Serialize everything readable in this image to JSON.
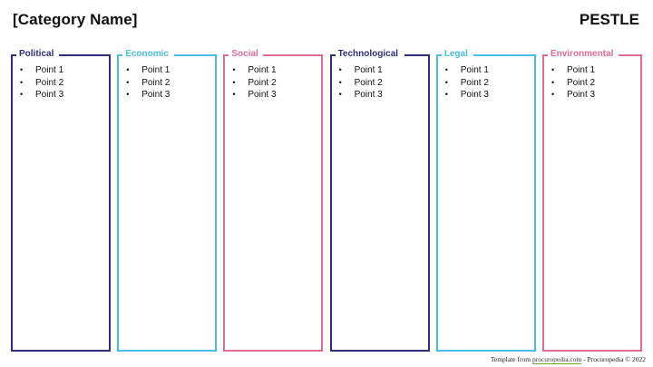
{
  "slide": {
    "title": "[Category Name]",
    "tag": "PESTLE"
  },
  "columns": [
    {
      "label": "Political",
      "color": "#2e2e7a",
      "points": [
        "Point 1",
        "Point 2",
        "Point 3"
      ]
    },
    {
      "label": "Economic",
      "color": "#4bbde0",
      "points": [
        "Point 1",
        "Point 2",
        "Point 3"
      ]
    },
    {
      "label": "Social",
      "color": "#e26b98",
      "points": [
        "Point 1",
        "Point 2",
        "Point 3"
      ]
    },
    {
      "label": "Technological",
      "color": "#2e2e7a",
      "points": [
        "Point 1",
        "Point 2",
        "Point 3"
      ]
    },
    {
      "label": "Legal",
      "color": "#4bbde0",
      "points": [
        "Point 1",
        "Point 2",
        "Point 3"
      ]
    },
    {
      "label": "Environmental",
      "color": "#e26b98",
      "points": [
        "Point 1",
        "Point 2",
        "Point 3"
      ]
    }
  ],
  "footer": {
    "prefix": "Template from ",
    "link_text": "procuropedia.com",
    "suffix": " - Procuropedia © 2022"
  }
}
